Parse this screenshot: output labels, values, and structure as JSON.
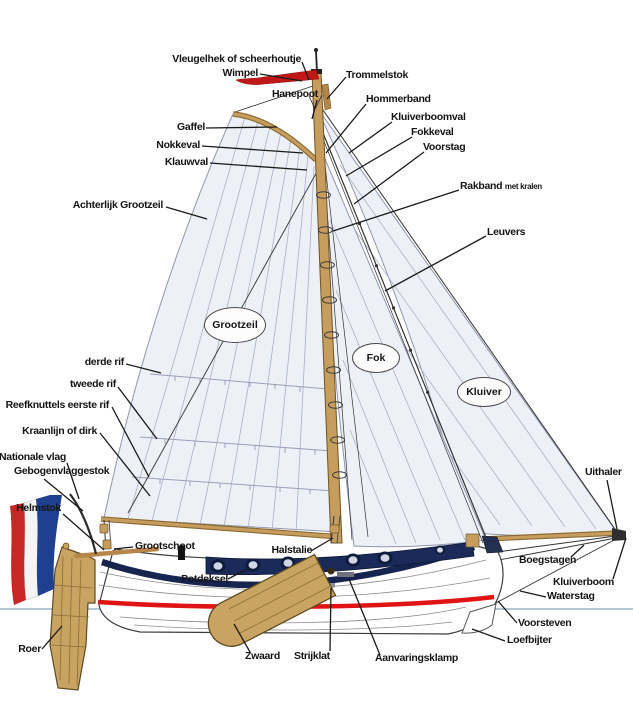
{
  "labels": {
    "vleugelhek": "Vleugelhek of scheerhoutje",
    "wimpel": "Wimpel",
    "hanepoot": "Hanepoot",
    "trommelstok": "Trommelstok",
    "hommerband": "Hommerband",
    "kluiverboomval": "Kluiverboomval",
    "fokkeval": "Fokkeval",
    "voorstag": "Voorstag",
    "gaffel": "Gaffel",
    "nokkeval": "Nokkeval",
    "klauwval": "Klauwval",
    "rakband": "Rakband",
    "rakband_note": "met kralen",
    "leuvers": "Leuvers",
    "achterlijk_grootzeil": "Achterlijk Grootzeil",
    "derde_rif": "derde rif",
    "tweede_rif": "tweede rif",
    "reefknuttels": "Reefknuttels eerste rif",
    "kraanlijn": "Kraanlijn of dirk",
    "nationale_vlag": "Nationale vlag",
    "gebogenvlaggestok": "Gebogenvlaggestok",
    "helmstok": "Helmstok",
    "grootschoot": "Grootschoot",
    "halstalie": "Halstalie",
    "potdeksel": "Potdeksel",
    "roer": "Roer",
    "zwaard": "Zwaard",
    "strijklat": "Strijklat",
    "aanvaringsklamp": "Aanvaringsklamp",
    "uithaler": "Uithaler",
    "boegstagen": "Boegstagen",
    "kluiverboom": "Kluiverboom",
    "waterstag": "Waterstag",
    "voorsteven": "Voorsteven",
    "loefbijter": "Loefbijter"
  },
  "sail_ovals": {
    "grootzeil": "Grootzeil",
    "fok": "Fok",
    "kluiver": "Kluiver"
  },
  "colors": {
    "sail": "#eef0f7",
    "sail_seam": "#aab0c4",
    "wood": "#c79d5e",
    "wood_dark": "#8a6a33",
    "hull_navy": "#1b2a58",
    "red_stripe": "#e01414",
    "waterline_blue": "#9db2c9",
    "flag_red": "#c62828",
    "flag_blue": "#1f3f8f",
    "pennant_red": "#c01818",
    "label_ink": "#141414"
  }
}
